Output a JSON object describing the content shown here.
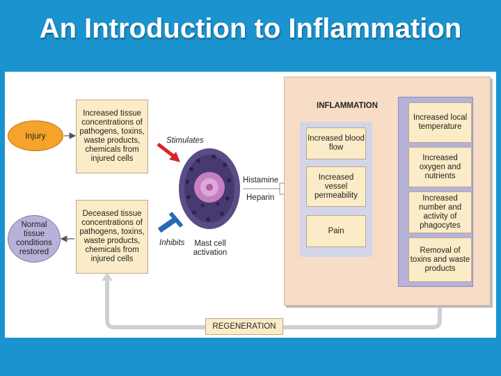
{
  "slide": {
    "title": "An Introduction to Inflammation"
  },
  "diagram": {
    "injury": "Injury",
    "normal": "Normal tissue conditions restored",
    "increased_tissue": "Increased tissue concentrations of pathogens, toxins, waste products, chemicals from injured cells",
    "decreased_tissue": "Deceased tissue concentrations of pathogens, toxins, waste products, chemicals from injured cells",
    "stimulates": "Stimulates",
    "inhibits": "Inhibits",
    "mast_cell": "Mast cell activation",
    "histamine": "Histamine",
    "heparin": "Heparin",
    "inflammation_title": "INFLAMMATION",
    "effects": [
      "Increased blood flow",
      "Increased vessel permeability",
      "Pain"
    ],
    "outcomes": [
      "Increased local temperature",
      "Increased oxygen and nutrients",
      "Increased number and activity of phagocytes",
      "Removal of toxins and waste products"
    ],
    "regeneration": "REGENERATION"
  },
  "colors": {
    "background": "#1a93cf",
    "injury": "#f5a32a",
    "normal": "#b7b2d8",
    "stimulates_arrow": "#d8232a",
    "inhibits_symbol": "#2b68b3",
    "box": "#fbecc7",
    "inflammation_panel": "#f7dcc6"
  }
}
